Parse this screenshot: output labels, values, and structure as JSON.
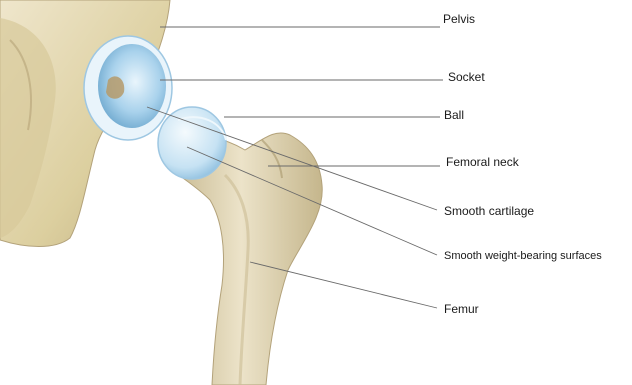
{
  "labels": {
    "pelvis": "Pelvis",
    "socket": "Socket",
    "ball": "Ball",
    "femoral_neck": "Femoral neck",
    "smooth_cartilage": "Smooth cartilage",
    "smooth_weight_bearing": "Smooth weight-bearing surfaces",
    "femur": "Femur"
  },
  "colors": {
    "bone": "#e6dcbf",
    "bone_shadow": "#b9ab84",
    "cartilage": "#bfe0f3",
    "cartilage_edge": "#e9f4fb",
    "leader_line": "#6a6a6a"
  }
}
